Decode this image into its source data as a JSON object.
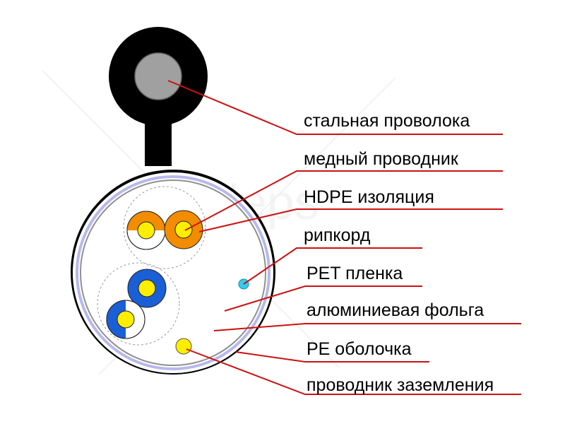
{
  "labels": {
    "steel_wire": "стальная проволока",
    "copper_conductor": "медный проводник",
    "hdpe_insulation": "HDPE изоляция",
    "ripcord": "рипкорд",
    "pet_film": "PET пленка",
    "aluminum_foil": "алюминиевая фольга",
    "pe_jacket": "PE оболочка",
    "ground_conductor": "проводник заземления"
  },
  "colors": {
    "jacket": "#000000",
    "steel_core": "#a0a0a0",
    "copper": "#ffee00",
    "orange_insulation": "#f28c00",
    "blue_insulation": "#1a5fd6",
    "ripcord": "#33ccee",
    "pet_film": "#b8b8ee",
    "leader_line": "#cc1111"
  },
  "watermark": "deps"
}
